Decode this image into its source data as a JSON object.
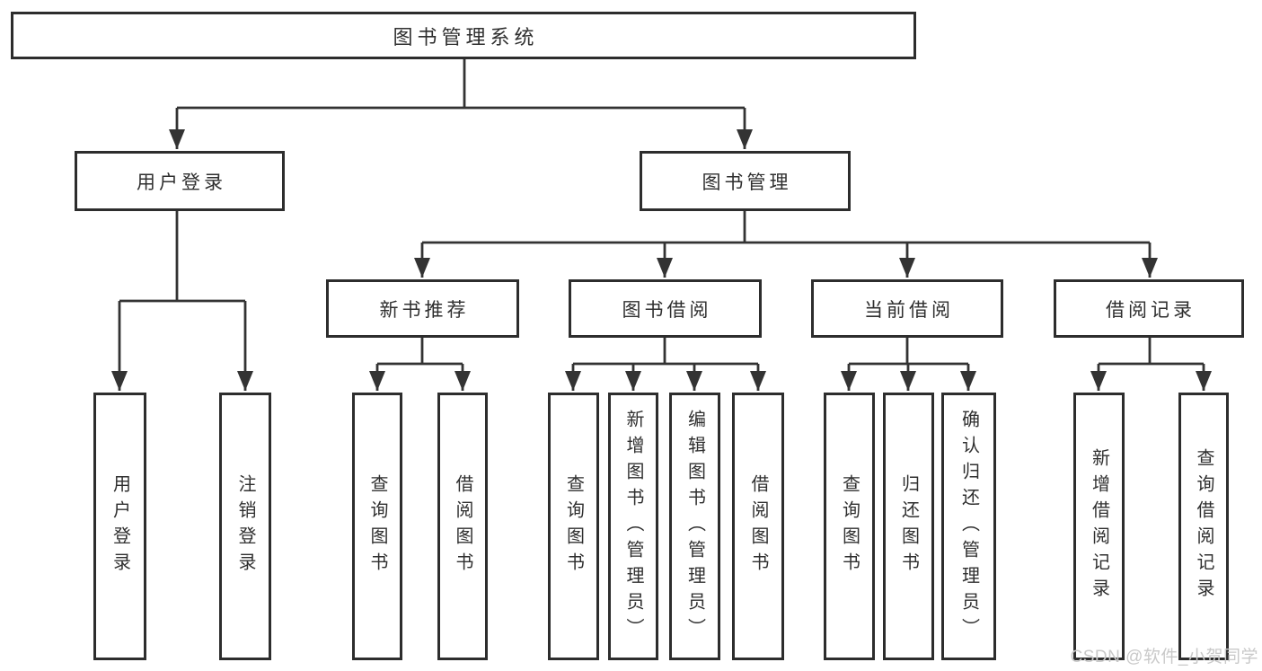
{
  "diagram": {
    "root": "图书管理系统",
    "level2": {
      "user_login": "用户登录",
      "book_mgmt": "图书管理"
    },
    "level3": {
      "new_books": "新书推荐",
      "book_borrow": "图书借阅",
      "current_borrow": "当前借阅",
      "borrow_records": "借阅记录"
    },
    "leaves": {
      "user_login": [
        "用户登录",
        "注销登录"
      ],
      "new_books": [
        "查询图书",
        "借阅图书"
      ],
      "book_borrow": [
        "查询图书",
        "新增图书（管理员）",
        "编辑图书（管理员）",
        "借阅图书"
      ],
      "current_borrow": [
        "查询图书",
        "归还图书",
        "确认归还（管理员）"
      ],
      "borrow_records": [
        "新增借阅记录",
        "查询借阅记录"
      ]
    }
  },
  "colors": {
    "line": "#333333",
    "box_border": "#2d2d2d",
    "text": "#2f2f2f",
    "watermark": "#c9c9c9",
    "background": "#ffffff"
  },
  "watermark": "CSDN @软件_小贺同学"
}
